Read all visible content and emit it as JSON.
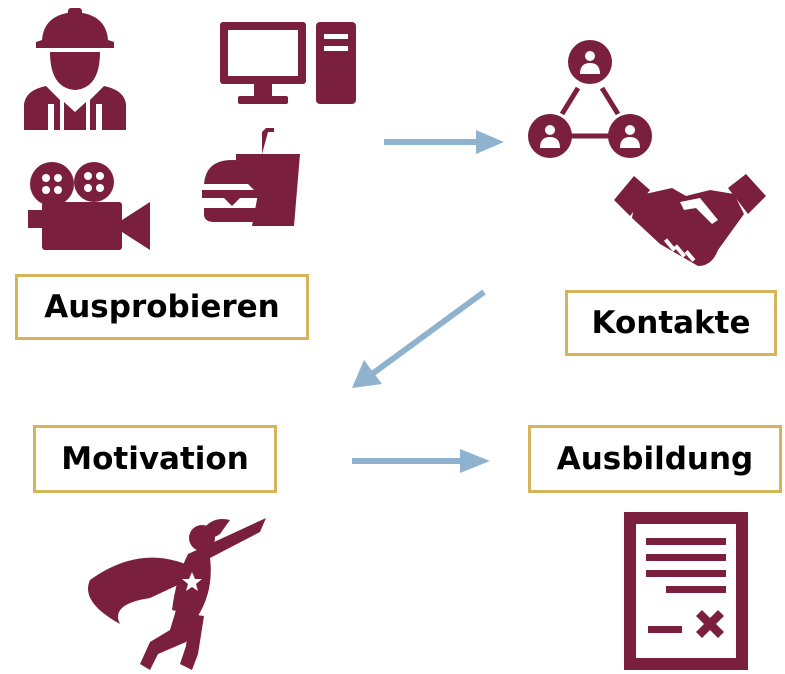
{
  "colors": {
    "icon": "#7a1f3d",
    "box_border": "#d6b45a",
    "arrow": "#8fb2cf"
  },
  "boxes": {
    "ausprobieren": "Ausprobieren",
    "kontakte": "Kontakte",
    "motivation": "Motivation",
    "ausbildung": "Ausbildung"
  },
  "icons": [
    "construction-worker-icon",
    "desktop-computer-icon",
    "movie-camera-icon",
    "fast-food-icon",
    "network-people-icon",
    "handshake-icon",
    "superhero-icon",
    "certificate-document-icon"
  ]
}
